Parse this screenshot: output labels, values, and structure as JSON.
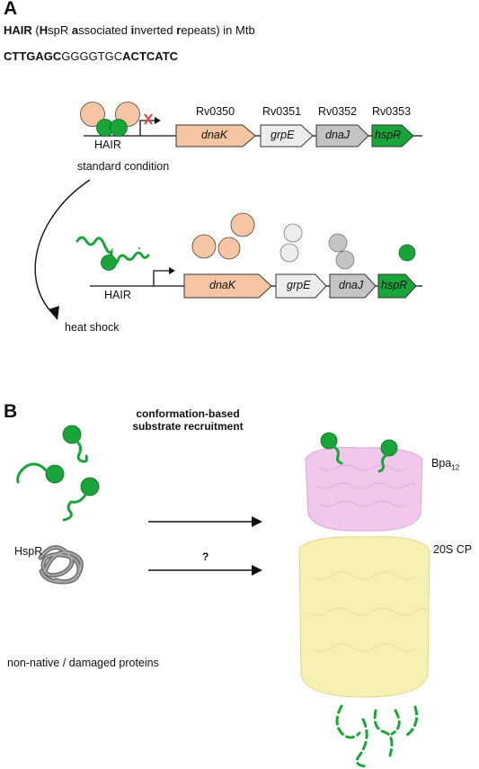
{
  "panel_a": {
    "letter": "A",
    "hair_title": {
      "p1": "HAIR",
      "p2": " (",
      "p3": "H",
      "p4": "spR ",
      "p5": "a",
      "p6": "ssociated ",
      "p7": "i",
      "p8": "nverted ",
      "p9": "r",
      "p10": "epeats) in Mtb"
    },
    "sequence": {
      "s1": "CTTGAGC",
      "s2": "GGGGTGC",
      "s3": "ACTCATC"
    },
    "standard": {
      "gene_ids": [
        "Rv0350",
        "Rv0351",
        "Rv0352",
        "Rv0353"
      ],
      "genes": [
        "dnaK",
        "grpE",
        "dnaJ",
        "hspR"
      ],
      "hair_label": "HAIR",
      "condition": "standard condition"
    },
    "heat": {
      "genes": [
        "dnaK",
        "grpE",
        "dnaJ",
        "hspR"
      ],
      "hair_label": "HAIR",
      "condition": "heat shock"
    },
    "colors": {
      "dnaK": "#f6c6a4",
      "grpE": "#ededed",
      "dnaJ": "#c4c4c4",
      "hspR": "#1aa53a",
      "repress": "#e23b3b"
    }
  },
  "panel_b": {
    "letter": "B",
    "recruitment": {
      "line1": "conformation-based",
      "line2": "substrate recruitment"
    },
    "hspr_label": "HspR",
    "question": "?",
    "damaged_label": "non-native / damaged proteins",
    "bpa_label": "Bpa",
    "bpa_sub": "12",
    "cp_label": "20S CP",
    "colors": {
      "bpa": "#f1c8ec",
      "cp": "#f6f0b2",
      "substrate": "#1aa53a",
      "tangle": "#7a7a7a"
    }
  }
}
